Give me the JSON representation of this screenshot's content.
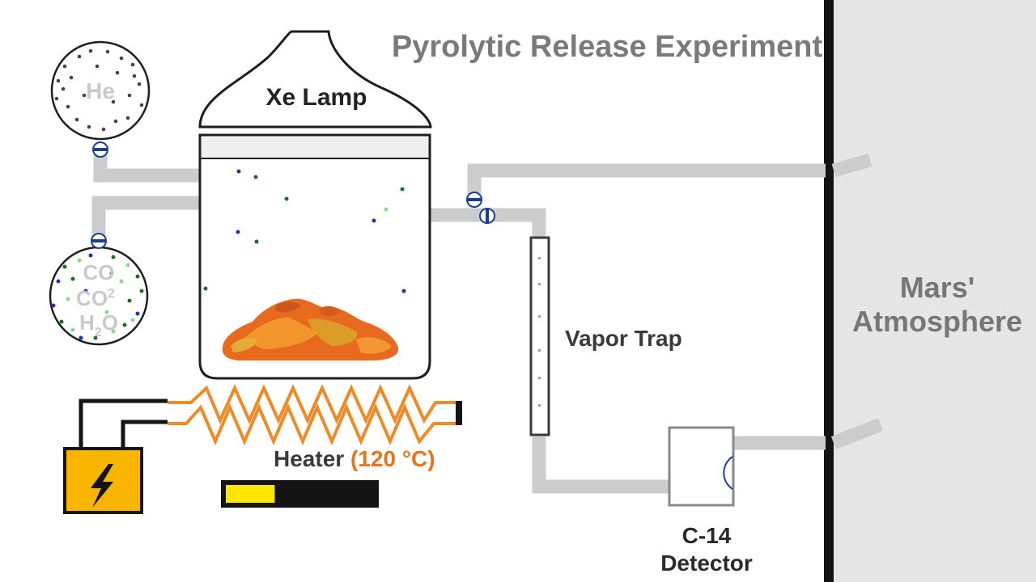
{
  "title": "Pyrolytic Release Experiment",
  "lamp_label": "Xe Lamp",
  "he_tank": {
    "gas": "He"
  },
  "co_tank": {
    "line1_main": "CO",
    "line1_sup": "",
    "line2_main": "CO",
    "line2_sup": "2",
    "line3_pre": "H",
    "line3_sub": "2",
    "line3_post": "O"
  },
  "heater": {
    "label": "Heater",
    "temperature": "(120 °C)",
    "progress": 0.33
  },
  "vapor_trap_label": "Vapor Trap",
  "detector": {
    "line1": "C-14",
    "line2": "Detector"
  },
  "atmosphere": {
    "line1": "Mars'",
    "line2": "Atmosphere"
  },
  "colors": {
    "title_gray": "#7a7a7a",
    "dark_text": "#3a3a3a",
    "tank_text": "#c9c9c9",
    "heater_orange": "#f08a24",
    "temp_orange": "#e8731a",
    "power_yellow": "#f7b500",
    "progress_yellow": "#ffe600",
    "pipe_gray": "#cccccc",
    "atmosphere_bg": "#e6e6e6",
    "valve_blue": "#1b3f8f"
  },
  "icons": [
    "lightning-bolt-icon",
    "valve-icon"
  ]
}
